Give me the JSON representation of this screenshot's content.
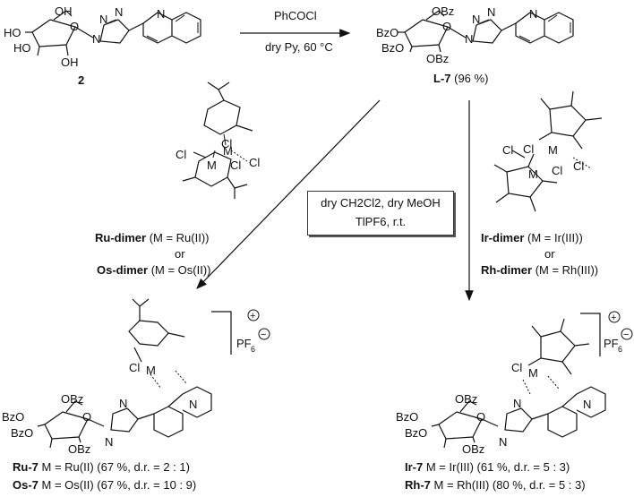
{
  "compounds": {
    "start": {
      "label": "2"
    },
    "ligand": {
      "label": "L-7",
      "yield": "(96 %)"
    },
    "ru_product": {
      "label": "Ru-7",
      "desc": "M = Ru(II)  (67 %, d.r. = 2 : 1)"
    },
    "os_product": {
      "label": "Os-7",
      "desc": "M = Os(II)  (67 %, d.r. = 10 : 9)"
    },
    "ir_product": {
      "label": "Ir-7",
      "desc": "M = Ir(III)  (61 %, d.r. = 5 : 3)"
    },
    "rh_product": {
      "label": "Rh-7",
      "desc": "M = Rh(III) (80 %, d.r. = 5 : 3)"
    }
  },
  "reagents": {
    "step1_above": "PhCOCl",
    "step1_below": "dry Py, 60 °C",
    "step2_line1": "dry CH2Cl2, dry MeOH",
    "step2_line2": "TlPF6, r.t."
  },
  "dimers": {
    "ru": {
      "name": "Ru-dimer",
      "detail": "(M = Ru(II))"
    },
    "or1": "or",
    "os": {
      "name": "Os-dimer",
      "detail": "(M = Os(II))"
    },
    "ir": {
      "name": "Ir-dimer",
      "detail": "(M = Ir(III))"
    },
    "or2": "or",
    "rh": {
      "name": "Rh-dimer",
      "detail": "(M = Rh(III))"
    }
  },
  "atoms": {
    "HO": "HO",
    "OH": "OH",
    "BzO": "BzO",
    "OBz": "OBz",
    "N": "N",
    "Cl": "Cl",
    "M": "M",
    "PF6": "PF",
    "six": "6",
    "plus": "+",
    "minus": "−"
  }
}
